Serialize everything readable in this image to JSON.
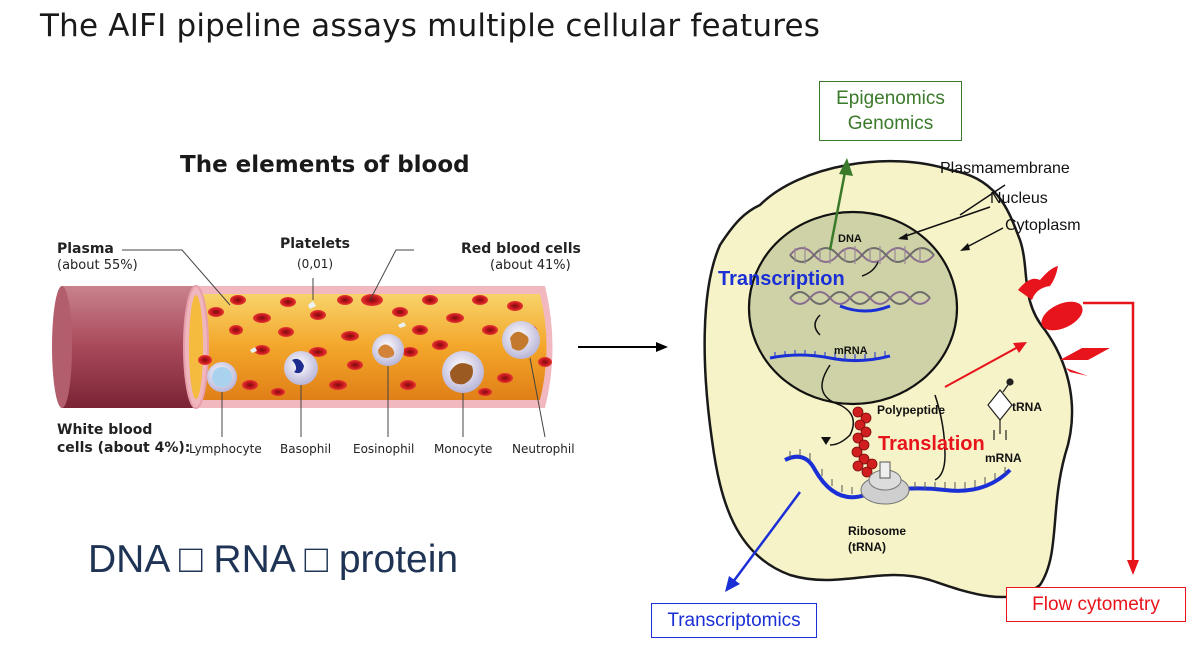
{
  "slide": {
    "title": "The AIFI pipeline assays multiple cellular features",
    "central_dogma": "DNA □ RNA □ protein"
  },
  "blood_panel": {
    "title": "The elements of blood",
    "plasma": {
      "name": "Plasma",
      "amount": "(about 55%)"
    },
    "platelets": {
      "name": "Platelets",
      "amount": "(0,01)"
    },
    "red_cells": {
      "name": "Red blood cells",
      "amount": "(about 41%)"
    },
    "white_cells": {
      "line1": "White blood",
      "line2": "cells (about 4%):"
    },
    "cell_types": [
      "Lymphocyte",
      "Basophil",
      "Eosinophil",
      "Monocyte",
      "Neutrophil"
    ]
  },
  "cell_panel": {
    "epigenomics_box": {
      "line1": "Epigenomics",
      "line2": "Genomics"
    },
    "transcriptomics_box": "Transcriptomics",
    "flow_box": "Flow cytometry",
    "labels": {
      "plasmamembrane": "Plasmamembrane",
      "nucleus": "Nucleus",
      "cytoplasm": "Cytoplasm",
      "dna": "DNA",
      "transcription": "Transcription",
      "mrna_nucleus": "mRNA",
      "polypeptide": "Polypeptide",
      "trna": "tRNA",
      "translation": "Translation",
      "mrna_cyto": "mRNA",
      "ribosome": "Ribosome",
      "ribosome_sub": "(tRNA)"
    }
  },
  "colors": {
    "epigenomics": "#3a7a2a",
    "transcriptomics": "#1a2fd6",
    "flow": "#e8141c",
    "central_text": "#1f3455",
    "cell_fill": "#f6f3c8",
    "nucleus_fill": "#cfd2a6"
  }
}
